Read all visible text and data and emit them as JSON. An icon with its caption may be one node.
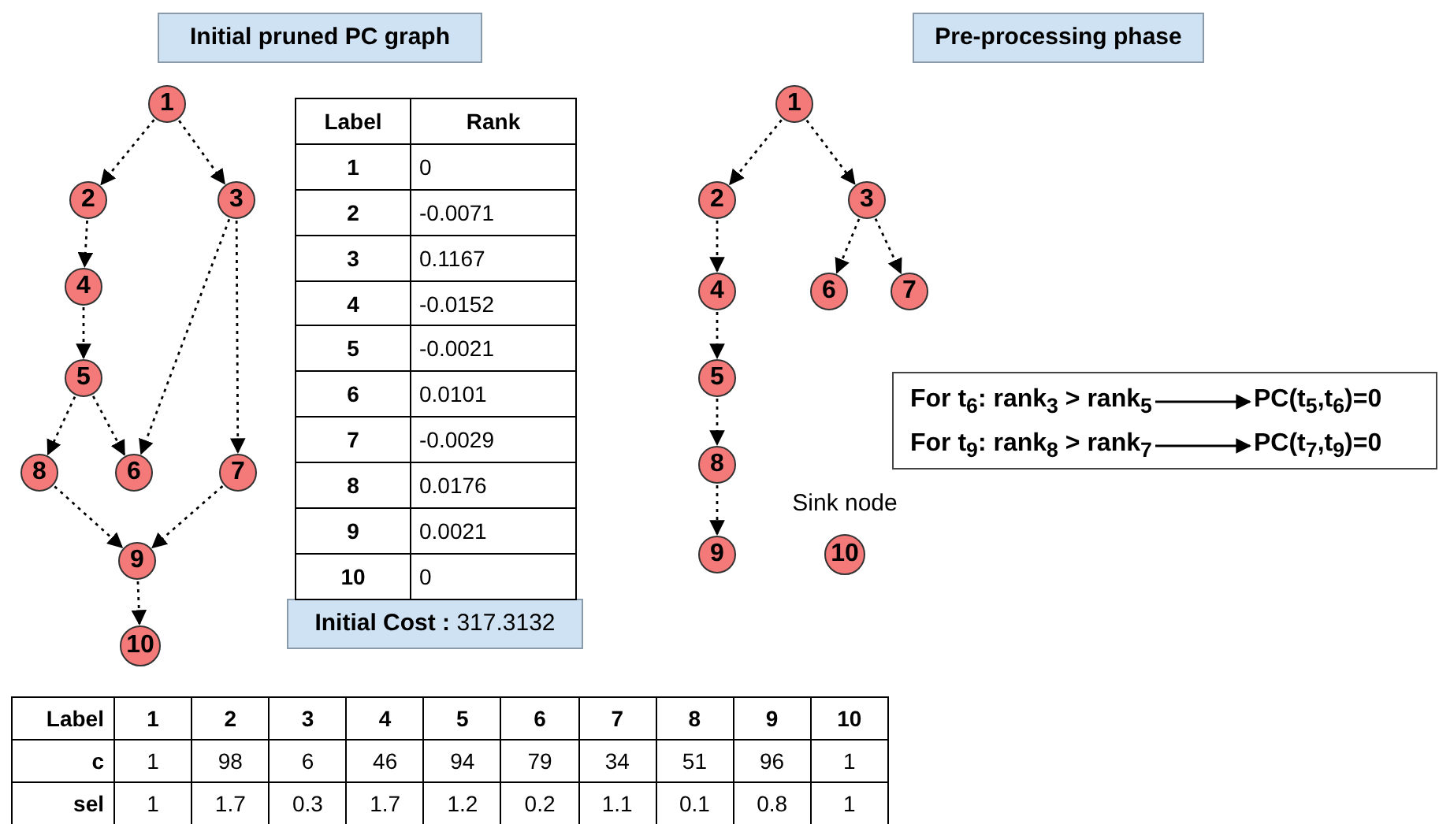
{
  "diagram": {
    "nodes": [
      {
        "text": [
          "Initial pruned PC graph"
        ]
      },
      {
        "text": [
          "Pre-processing phase"
        ]
      },
      {
        "text": [
          "1"
        ]
      },
      {
        "text": [
          "2"
        ]
      },
      {
        "text": [
          "3"
        ]
      },
      {
        "text": [
          "4"
        ]
      },
      {
        "text": [
          "5"
        ]
      },
      {
        "text": [
          "6"
        ]
      },
      {
        "text": [
          "7"
        ]
      },
      {
        "text": [
          "8"
        ]
      },
      {
        "text": [
          "9"
        ]
      },
      {
        "text": [
          "10"
        ]
      },
      {
        "text": [
          "1"
        ]
      },
      {
        "text": [
          "2"
        ]
      },
      {
        "text": [
          "3"
        ]
      },
      {
        "text": [
          "4"
        ]
      },
      {
        "text": [
          "5"
        ]
      },
      {
        "text": [
          "6"
        ]
      },
      {
        "text": [
          "7"
        ]
      },
      {
        "text": [
          "8"
        ]
      },
      {
        "text": [
          "9"
        ]
      },
      {
        "text": [
          "10"
        ],
        "beside": [
          "Sink node"
        ]
      },
      {
        "text": [
          "**Initial Cost :** 317.3132"
        ]
      },
      {
        "text": [],
        "shape": "box"
      },
      {
        "text": [
          "For t$_{6}$:  rank$_{3}$ > rank$_{5}$"
        ],
        "in": 23
      },
      {
        "text": [
          "PC(t$_{5}$,t$_{6}$)=0"
        ],
        "in": 23
      },
      {
        "text": [
          "For t$_{9}$:  rank$_{8}$ > rank$_{7}$"
        ],
        "in": 23
      },
      {
        "text": [
          "PC(t$_{7}$,t$_{9}$)=0"
        ],
        "in": 23
      }
    ],
    "edges": [
      {
        "from": 2,
        "to": 3,
        "arrow": "to",
        "style": "dashed"
      },
      {
        "from": 2,
        "to": 4,
        "arrow": "to",
        "style": "dashed"
      },
      {
        "from": 3,
        "to": 5,
        "arrow": "to",
        "style": "dashed"
      },
      {
        "from": 5,
        "to": 6,
        "arrow": "to",
        "style": "dashed"
      },
      {
        "from": 6,
        "to": 9,
        "arrow": "to",
        "style": "dashed"
      },
      {
        "from": 6,
        "to": 7,
        "arrow": "to",
        "style": "dashed"
      },
      {
        "from": 4,
        "to": 7,
        "arrow": "to",
        "style": "dashed"
      },
      {
        "from": 4,
        "to": 8,
        "arrow": "to",
        "style": "dashed"
      },
      {
        "from": 9,
        "to": 10,
        "arrow": "to",
        "style": "dashed"
      },
      {
        "from": 8,
        "to": 10,
        "arrow": "to",
        "style": "dashed"
      },
      {
        "from": 10,
        "to": 11,
        "arrow": "to",
        "style": "dashed"
      },
      {
        "from": 12,
        "to": 13,
        "arrow": "to",
        "style": "dashed"
      },
      {
        "from": 12,
        "to": 14,
        "arrow": "to",
        "style": "dashed"
      },
      {
        "from": 14,
        "to": 17,
        "arrow": "to",
        "style": "dashed"
      },
      {
        "from": 14,
        "to": 18,
        "arrow": "to",
        "style": "dashed"
      },
      {
        "from": 13,
        "to": 15,
        "arrow": "to",
        "style": "dashed"
      },
      {
        "from": 15,
        "to": 16,
        "arrow": "to",
        "style": "dashed"
      },
      {
        "from": 16,
        "to": 19,
        "arrow": "to",
        "style": "dashed"
      },
      {
        "from": 19,
        "to": 20,
        "arrow": "to",
        "style": "dashed"
      },
      {
        "from": 24,
        "to": 25,
        "arrow": "to"
      },
      {
        "from": 26,
        "to": 27,
        "arrow": "to"
      }
    ],
    "labels": [
      "Label",
      "Rank",
      "1",
      "0",
      "2",
      "-0.0071",
      "3",
      "0.1167",
      "4",
      "-0.0152",
      "5",
      "-0.0021",
      "6",
      "0.0101",
      "7",
      "-0.0029",
      "8",
      "0.0176",
      "9",
      "0.0021",
      "10",
      "0",
      "Label",
      "1",
      "2",
      "3",
      "4",
      "5",
      "6",
      "7",
      "8",
      "9",
      "10",
      "c",
      "1",
      "98",
      "6",
      "46",
      "94",
      "79",
      "34",
      "51",
      "96",
      "1",
      "sel",
      "1",
      "1.7",
      "0.3",
      "1.7",
      "1.2",
      "0.2",
      "1.1",
      "0.1",
      "0.8",
      "1"
    ]
  }
}
